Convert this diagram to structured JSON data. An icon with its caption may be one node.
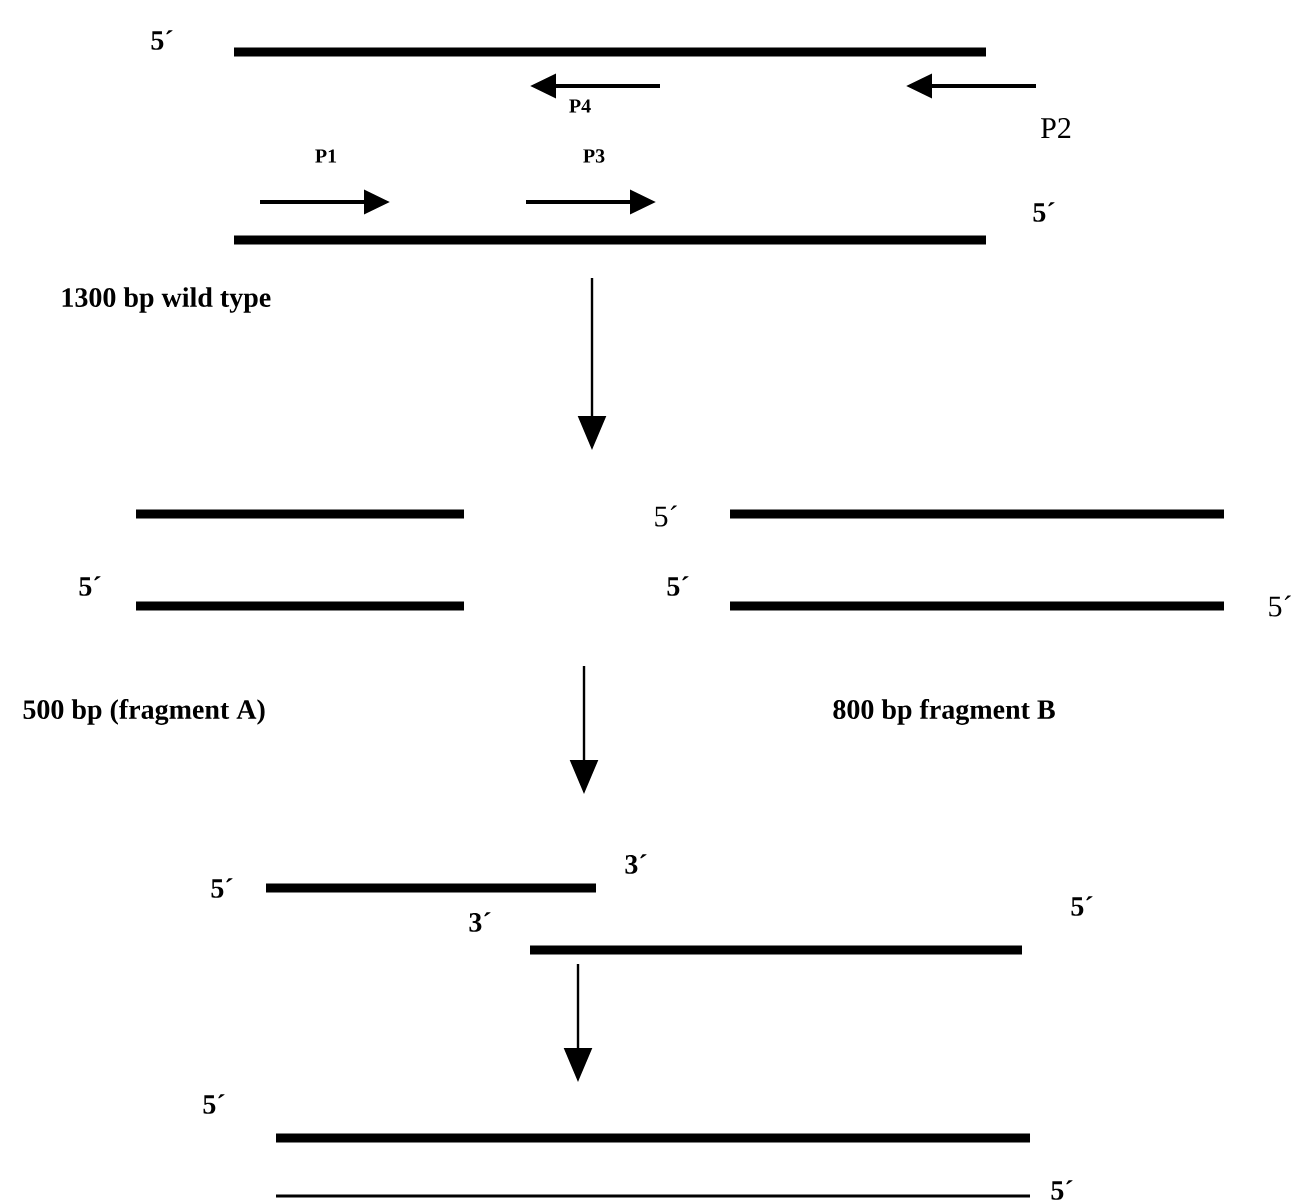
{
  "diagram": {
    "labels": [
      "5´",
      "P4",
      "P2",
      "P1",
      "P3",
      "5´",
      "1300 bp wild type",
      "5´",
      "5´",
      "5´",
      "5´",
      "500 bp (fragment A)",
      "800 bp fragment B",
      "5´",
      "3´",
      "3´",
      "5´",
      "5´",
      "5´"
    ]
  }
}
